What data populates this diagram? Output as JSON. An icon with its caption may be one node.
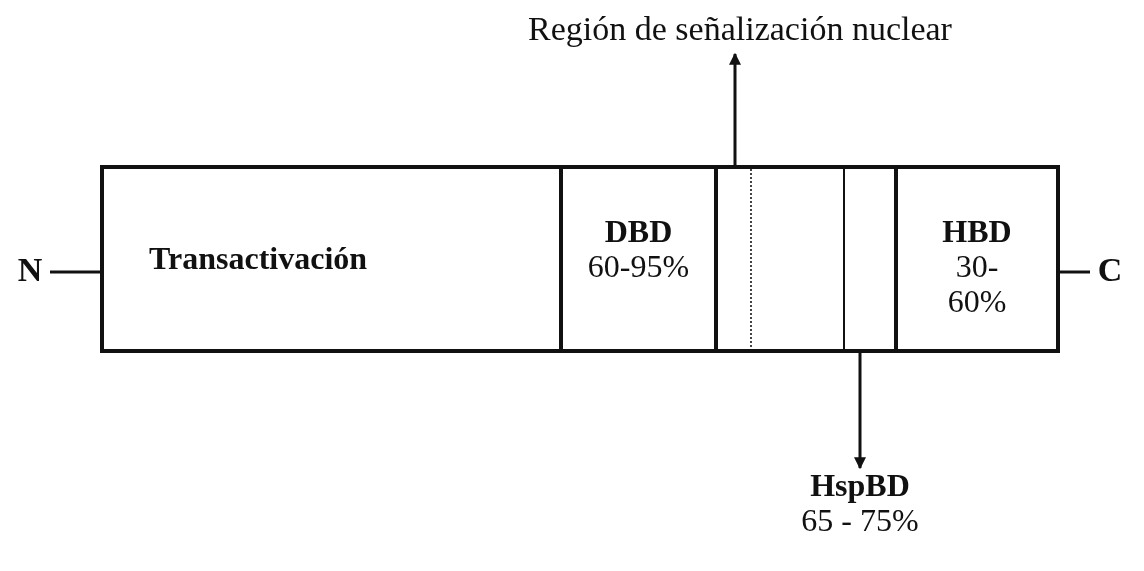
{
  "diagram": {
    "nodes": [
      {
        "text": [],
        "shape": "bar"
      },
      {
        "text": [
          "Transactivación"
        ],
        "in": 0
      },
      {
        "text": [
          "DBD",
          "60-95%"
        ],
        "in": 0
      },
      {
        "text": [],
        "shape": "box",
        "in": 0
      },
      {
        "text": [
          "HBD",
          "30- 60%"
        ],
        "in": 0
      },
      {
        "text": [
          "Región de señalización nuclear"
        ]
      },
      {
        "text": [
          "HspBD",
          "65 - 75%"
        ]
      },
      {
        "text": [
          "N"
        ]
      },
      {
        "text": [
          "C"
        ]
      }
    ],
    "edges": [
      {
        "from": 3,
        "to": 5,
        "arrow": "to"
      },
      {
        "from": 3,
        "to": 6,
        "arrow": "to"
      },
      {
        "from": 7,
        "to": 0,
        "arrow": "none"
      },
      {
        "from": 0,
        "to": 8,
        "arrow": "none"
      }
    ]
  }
}
